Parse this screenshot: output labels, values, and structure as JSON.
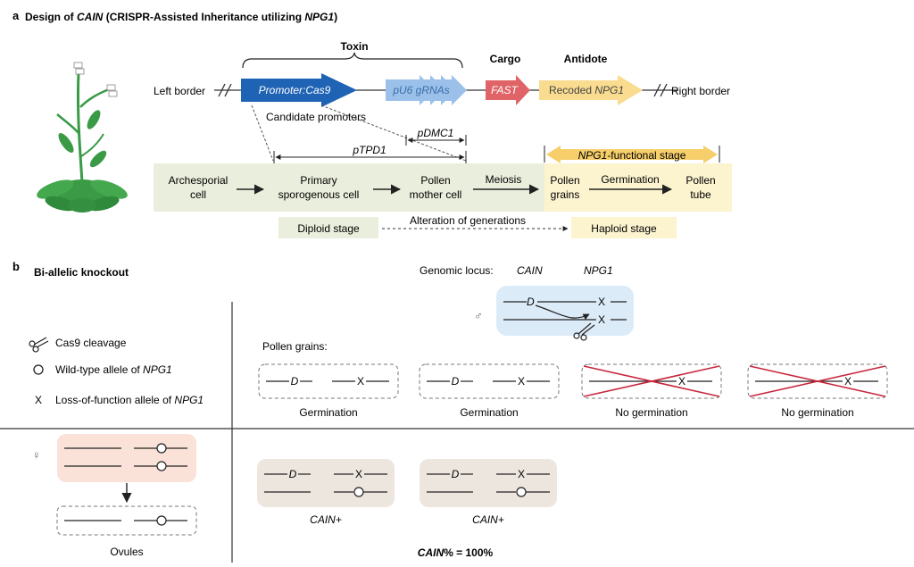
{
  "panel_a": {
    "letter": "a",
    "title_parts": [
      "Design of ",
      "CAIN",
      " (CRISPR-Assisted Inheritance utilizing ",
      "NPG1",
      ")"
    ],
    "construct": {
      "toxin_label": "Toxin",
      "cargo_label": "Cargo",
      "antidote_label": "Antidote",
      "left_border": "Left border",
      "right_border": "Right border",
      "promoter_cas9": "Promoter:Cas9",
      "pu6_grnas": "pU6 gRNAs",
      "fast": "FAST",
      "recoded_prefix": "Recoded ",
      "recoded_gene": "NPG1",
      "candidate_promoters": "Candidate promoters"
    },
    "promoters": {
      "ptpd1": "pTPD1",
      "pdmc1": "pDMC1",
      "npg1_stage_gene": "NPG1",
      "npg1_stage_suffix": "-functional stage"
    },
    "timeline": {
      "archesporial": [
        "Archesporial",
        "cell"
      ],
      "primary": [
        "Primary",
        "sporogenous cell"
      ],
      "pollen_mother": [
        "Pollen",
        "mother cell"
      ],
      "meiosis": "Meiosis",
      "pollen_grains": [
        "Pollen",
        "grains"
      ],
      "germination": "Germination",
      "pollen_tube": [
        "Pollen",
        "tube"
      ],
      "diploid_stage": "Diploid stage",
      "alteration": "Alteration of generations",
      "haploid_stage": "Haploid stage"
    },
    "colors": {
      "cas9_blue": "#1f63b5",
      "grna_blue": "#9bc0ea",
      "fast_red": "#e06467",
      "npg1_yellow": "#f9dc8f",
      "diploid_green": "#eaeedc",
      "haploid_yellow": "#fcf3cf",
      "stage_arrow": "#f6cf6b",
      "plant_green": "#3a9a45"
    }
  },
  "panel_b": {
    "letter": "b",
    "title": "Bi-allelic knockout",
    "genomic_locus_label": "Genomic locus:",
    "cain_gene": "CAIN",
    "npg1_gene": "NPG1",
    "male_symbol": "♂",
    "female_symbol": "♀",
    "legend": {
      "cas9": "Cas9 cleavage",
      "wt_prefix": "Wild-type allele of ",
      "lof_prefix": "Loss-of-function allele of ",
      "gene": "NPG1"
    },
    "pollen_grains_label": "Pollen grains:",
    "allele_d": "D",
    "allele_x": "X",
    "pollen_outcomes": [
      "Germination",
      "Germination",
      "No germination",
      "No germination"
    ],
    "ovules_label": "Ovules",
    "progeny_labels": [
      "CAIN+",
      "CAIN+"
    ],
    "result_gene": "CAIN",
    "result_suffix": "% = 100%",
    "colors": {
      "locus_blue": "#dcebf8",
      "ovule_pink": "#fbe2d8",
      "progeny_gray": "#ece6df",
      "cross_red": "#c8283e"
    }
  }
}
